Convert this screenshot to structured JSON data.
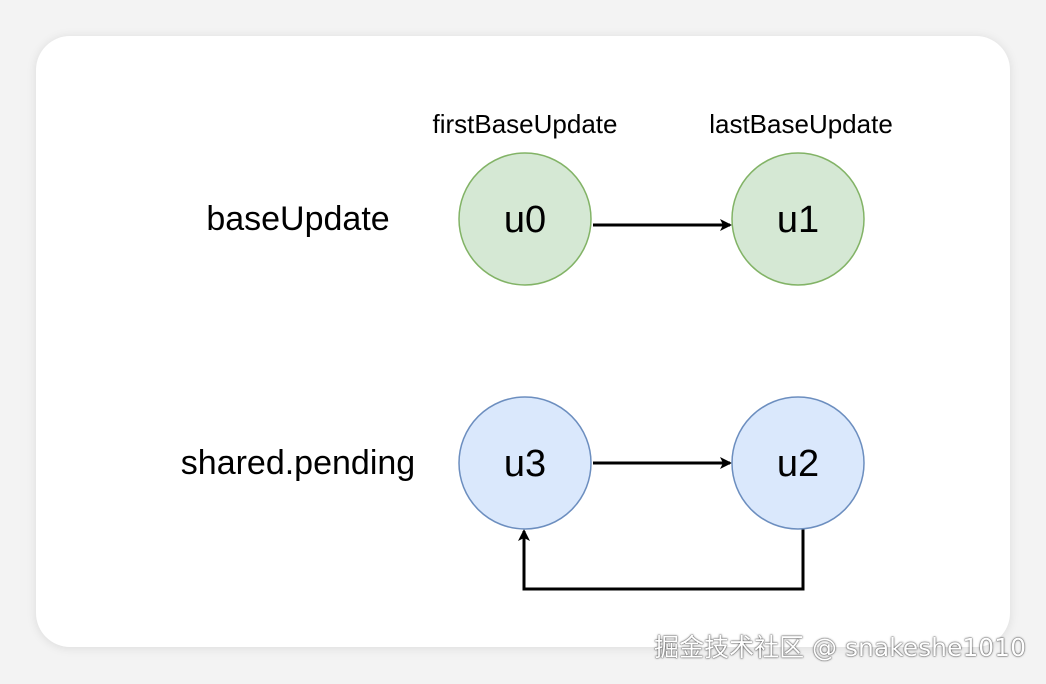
{
  "rows": {
    "base_label": "baseUpdate",
    "pending_label": "shared.pending"
  },
  "pointers": {
    "first": "firstBaseUpdate",
    "last": "lastBaseUpdate"
  },
  "nodes": {
    "u0": "u0",
    "u1": "u1",
    "u3": "u3",
    "u2": "u2"
  },
  "colors": {
    "base_fill": "#d5e8d4",
    "base_stroke": "#82b366",
    "pending_fill": "#dae8fc",
    "pending_stroke": "#6c8ebf",
    "edge": "#000000"
  },
  "watermark": "掘金技术社区 @ snakeshe1010"
}
